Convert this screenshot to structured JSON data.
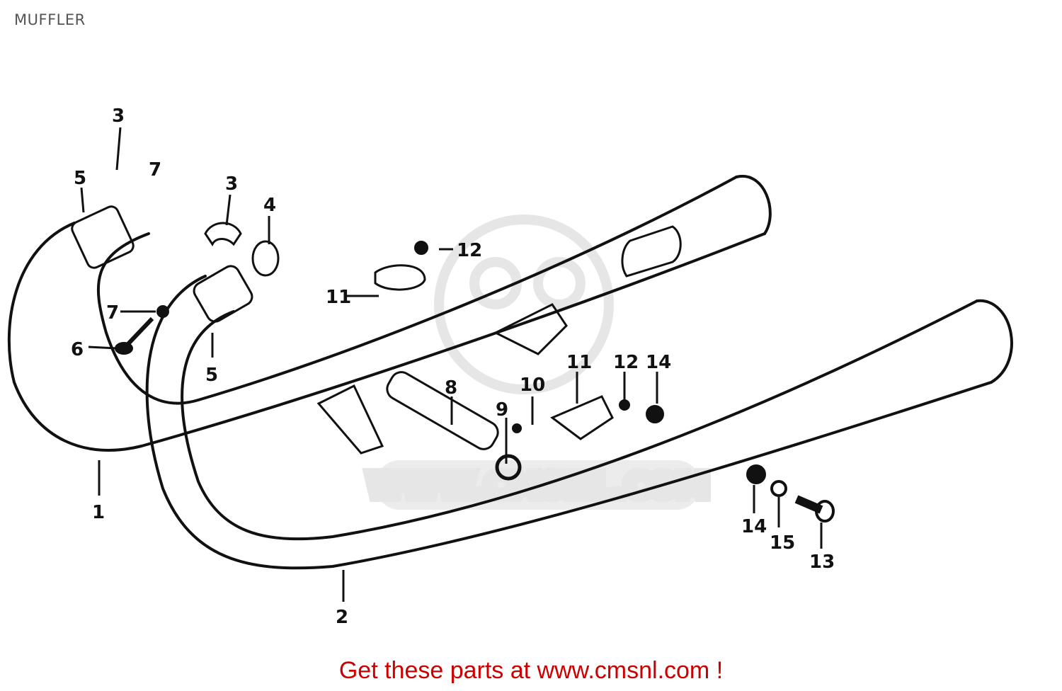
{
  "header": {
    "title": "MUFFLER"
  },
  "watermark": {
    "text": "WWW.CMSNL.COM"
  },
  "callouts": [
    "1",
    "2",
    "3",
    "3",
    "4",
    "5",
    "5",
    "6",
    "7",
    "7",
    "8",
    "9",
    "10",
    "11",
    "11",
    "12",
    "12",
    "13",
    "14",
    "14",
    "15"
  ],
  "footer": {
    "text": "Get these parts at www.cmsnl.com !"
  },
  "colors": {
    "footer": "#cc0000",
    "line_art": "#111111",
    "watermark": "#e2e2e2"
  }
}
